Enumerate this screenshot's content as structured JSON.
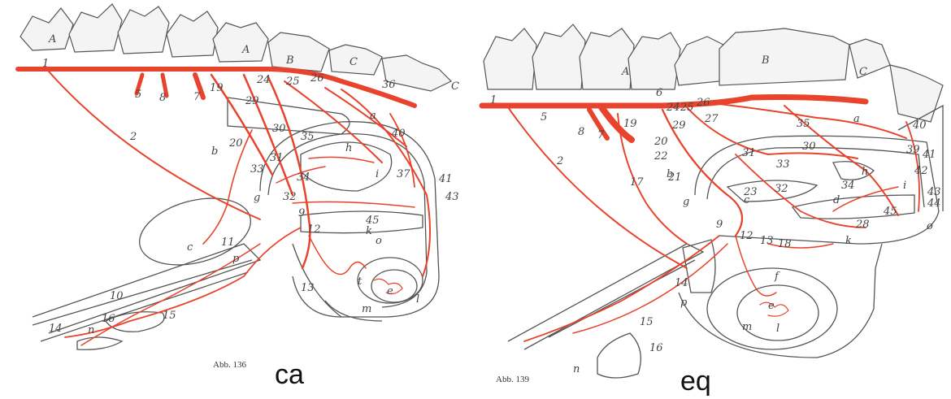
{
  "panels": [
    {
      "id": "ca",
      "species_label": "ca",
      "figure_caption": "Abb. 136",
      "vertebra_labels": [
        "A",
        "A",
        "B",
        "C",
        "C"
      ],
      "region_labels": [
        "a",
        "b",
        "c",
        "e",
        "g",
        "h",
        "i",
        "k",
        "l",
        "m",
        "n",
        "o",
        "p",
        "t"
      ],
      "number_labels": [
        "1",
        "2",
        "5",
        "7",
        "8",
        "9",
        "10",
        "11",
        "12",
        "13",
        "14",
        "15",
        "16",
        "19",
        "20",
        "24",
        "25",
        "26",
        "29",
        "30",
        "31",
        "32",
        "33",
        "34",
        "35",
        "36",
        "37",
        "40",
        "41",
        "43",
        "45"
      ]
    },
    {
      "id": "eq",
      "species_label": "eq",
      "figure_caption": "Abb. 139",
      "vertebra_labels": [
        "A",
        "B",
        "C"
      ],
      "region_labels": [
        "a",
        "b",
        "c",
        "d",
        "e",
        "f",
        "g",
        "h",
        "i",
        "k",
        "l",
        "m",
        "n",
        "o",
        "p"
      ],
      "number_labels": [
        "1",
        "2",
        "5",
        "6",
        "7",
        "8",
        "9",
        "12",
        "13",
        "14",
        "15",
        "16",
        "17",
        "18",
        "19",
        "20",
        "21",
        "22",
        "23",
        "24",
        "25",
        "26",
        "27",
        "28",
        "29",
        "30",
        "31",
        "32",
        "33",
        "34",
        "35",
        "39",
        "40",
        "41",
        "42",
        "43",
        "44",
        "45"
      ]
    }
  ],
  "colors": {
    "artery": "#e8432c",
    "outline": "#555555",
    "background": "#ffffff"
  }
}
